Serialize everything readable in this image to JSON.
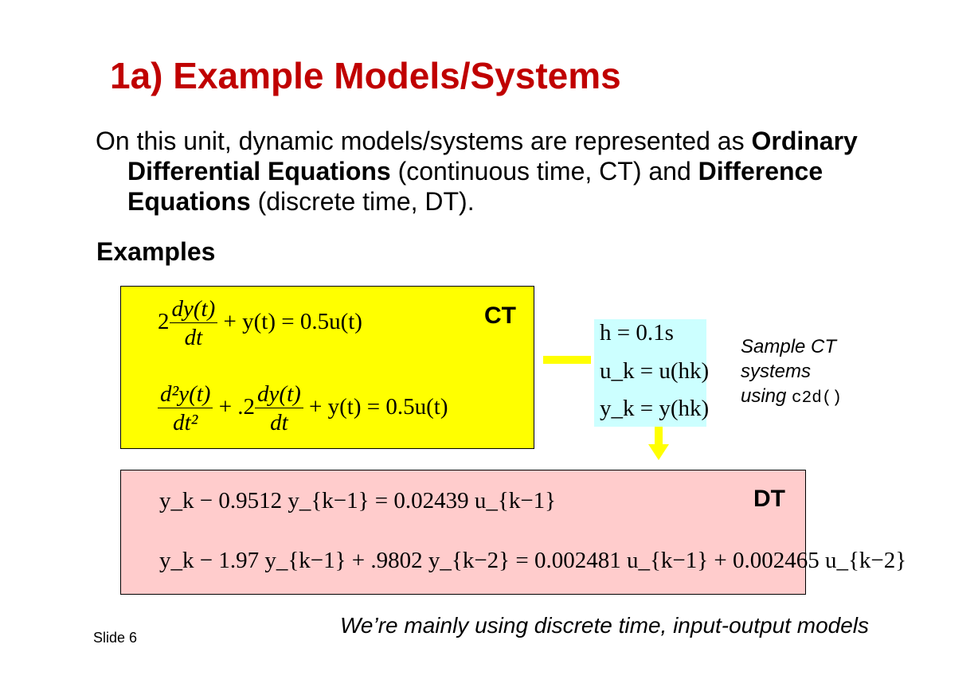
{
  "slide": {
    "title": "1a) Example Models/Systems",
    "intro": {
      "part1": "On this unit, dynamic models/systems are represented as ",
      "ode_bold": "Ordinary Differential Equations",
      "part2": " (continuous time, CT) and ",
      "de_bold": "Difference Equations",
      "part3": " (discrete time, DT)."
    },
    "examples_heading": "Examples",
    "ct": {
      "label": "CT",
      "eq1": {
        "coef": "2",
        "num": "dy(t)",
        "den": "dt",
        "rest": "+ y(t) = 0.5u(t)"
      },
      "eq2": {
        "num1": "d²y(t)",
        "den1": "dt²",
        "mid": "+ .2",
        "num2": "dy(t)",
        "den2": "dt",
        "rest": "+ y(t) = 0.5u(t)"
      }
    },
    "sampling": {
      "h": "h = 0.1s",
      "u": "u_k = u(hk)",
      "y": "y_k = y(hk)"
    },
    "sample_note": {
      "line1": "Sample CT",
      "line2": "systems",
      "line3": "using ",
      "code": "c2d()"
    },
    "dt": {
      "label": "DT",
      "eq1": "y_k − 0.9512 y_{k−1} = 0.02439 u_{k−1}",
      "eq2": "y_k − 1.97 y_{k−1} + .9802 y_{k−2} = 0.002481 u_{k−1} + 0.002465 u_{k−2}"
    },
    "footer_note": "We’re mainly using discrete time, input-output models",
    "slide_number": "Slide 6"
  },
  "colors": {
    "title": "#c00000",
    "ct_box": "#ffff00",
    "dt_box": "#ffcccc",
    "sampling_box": "#ccffff",
    "arrow": "#ffff00"
  }
}
